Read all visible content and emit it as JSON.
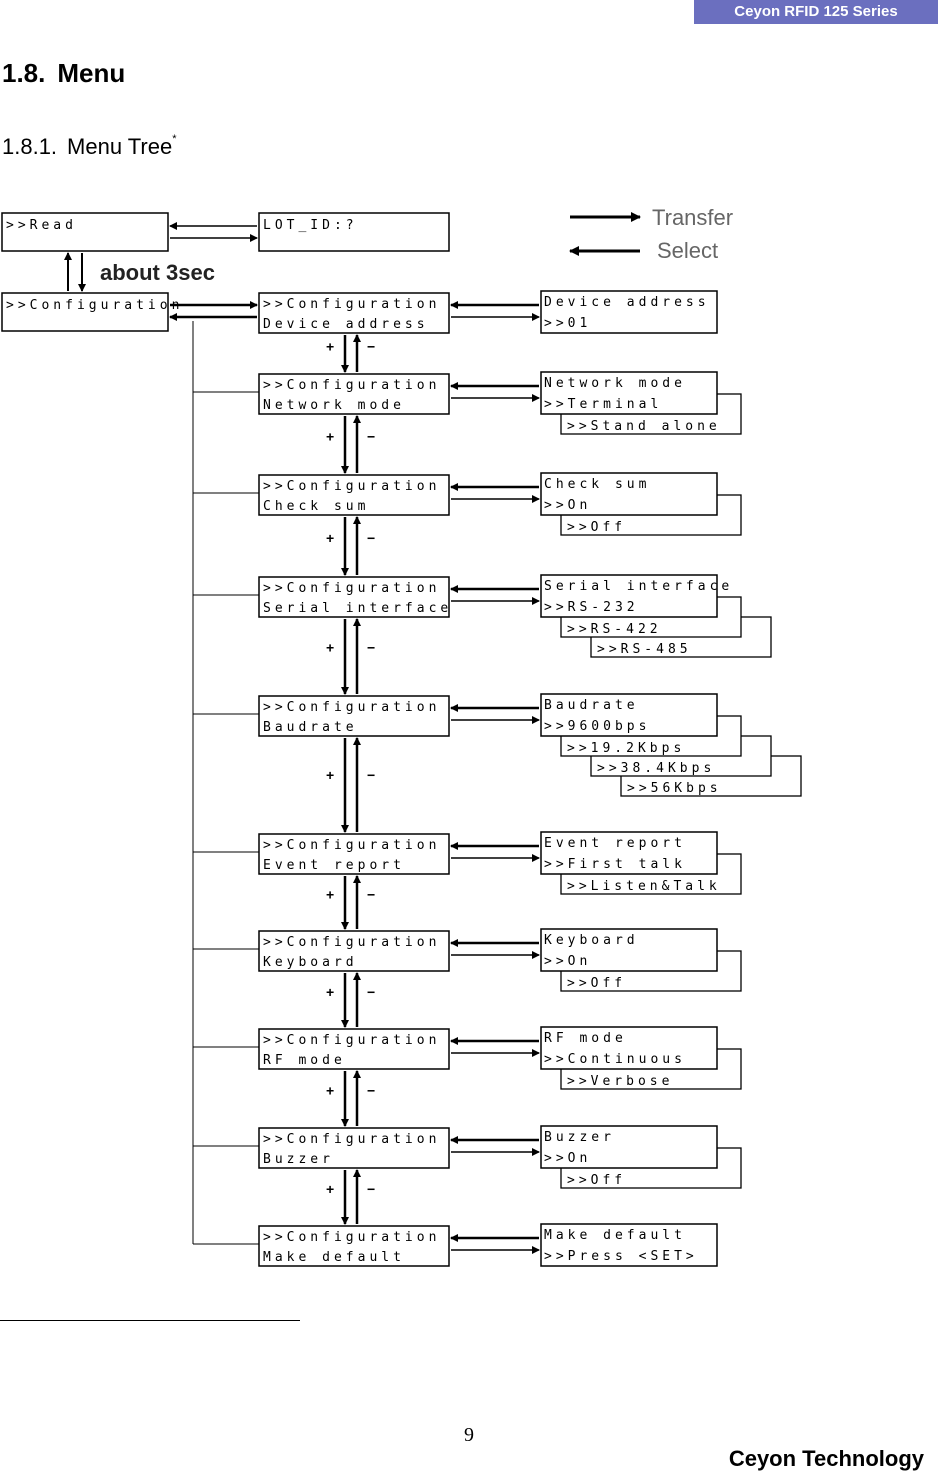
{
  "header": {
    "series": "Ceyon RFID 125 Series"
  },
  "section": {
    "number": "1.8.",
    "title": "Menu"
  },
  "subsection": {
    "number": "1.8.1.",
    "title": "Menu Tree",
    "footnote_mark": "*"
  },
  "legend": {
    "transfer": "Transfer",
    "select": "Select"
  },
  "diagram": {
    "read_box": ">>Read",
    "lot_box": "LOT_ID:?",
    "about_label": "about 3sec",
    "config_box": ">>Configuration",
    "plus": "+",
    "minus": "−",
    "menus": [
      {
        "l1": ">>Configuration",
        "l2": "Device address",
        "o1": "Device address",
        "o2": ">>01",
        "options": []
      },
      {
        "l1": ">>Configuration",
        "l2": "Network mode",
        "o1": "Network mode",
        "o2": ">>Terminal",
        "options": [
          ">>Stand alone"
        ]
      },
      {
        "l1": ">>Configuration",
        "l2": "Check sum",
        "o1": "Check sum",
        "o2": ">>On",
        "options": [
          ">>Off"
        ]
      },
      {
        "l1": ">>Configuration",
        "l2": "Serial interface",
        "o1": "Serial interface",
        "o2": ">>RS-232",
        "options": [
          ">>RS-422",
          ">>RS-485"
        ]
      },
      {
        "l1": ">>Configuration",
        "l2": "Baudrate",
        "o1": "Baudrate",
        "o2": ">>9600bps",
        "options": [
          ">>19.2Kbps",
          ">>38.4Kbps",
          ">>56Kbps"
        ]
      },
      {
        "l1": ">>Configuration",
        "l2": "Event report",
        "o1": "Event report",
        "o2": ">>First talk",
        "options": [
          ">>Listen&Talk"
        ]
      },
      {
        "l1": ">>Configuration",
        "l2": "Keyboard",
        "o1": "Keyboard",
        "o2": ">>On",
        "options": [
          ">>Off"
        ]
      },
      {
        "l1": ">>Configuration",
        "l2": "RF mode",
        "o1": "RF mode",
        "o2": ">>Continuous",
        "options": [
          ">>Verbose"
        ]
      },
      {
        "l1": ">>Configuration",
        "l2": "Buzzer",
        "o1": "Buzzer",
        "o2": ">>On",
        "options": [
          ">>Off"
        ]
      },
      {
        "l1": ">>Configuration",
        "l2": "Make default",
        "o1": "Make default",
        "o2": ">>Press <SET>",
        "options": []
      }
    ]
  },
  "footer": {
    "page_number": "9",
    "company": "Ceyon Technology"
  }
}
